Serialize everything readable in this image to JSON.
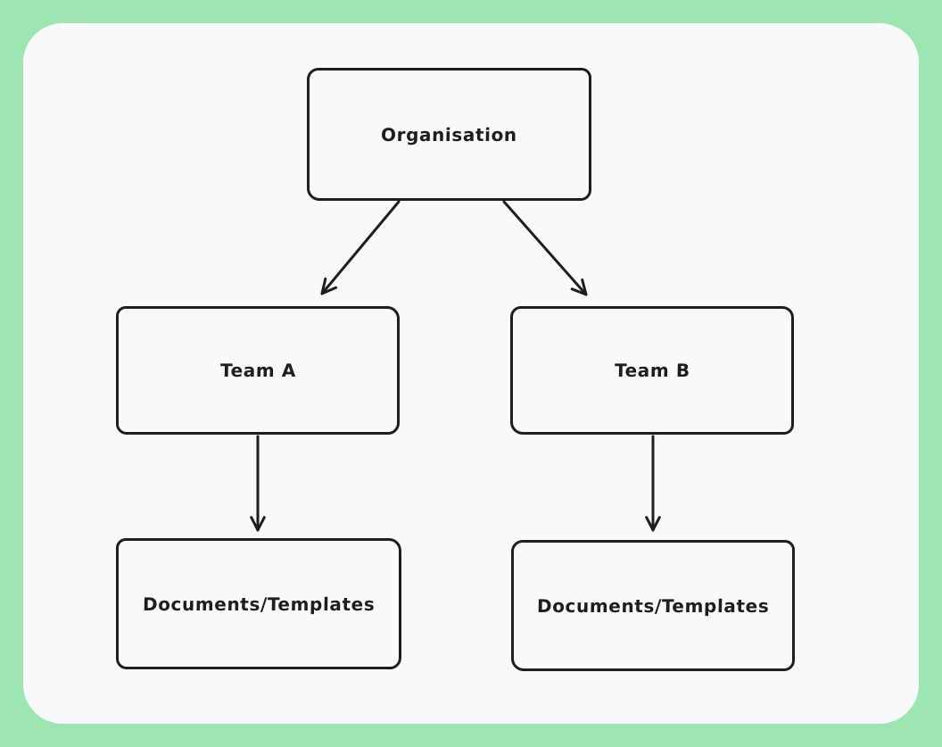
{
  "page": {
    "kind": "whiteboard-flowchart",
    "colors": {
      "frame": "#9ee5b4",
      "canvas": "#f8f9fb",
      "stroke": "#1e1e1e"
    }
  },
  "diagram": {
    "nodes": [
      {
        "id": "organisation",
        "label": "Organisation"
      },
      {
        "id": "team-a",
        "label": "Team A"
      },
      {
        "id": "team-b",
        "label": "Team B"
      },
      {
        "id": "documents-a",
        "label": "Documents/Templates"
      },
      {
        "id": "documents-b",
        "label": "Documents/Templates"
      }
    ],
    "edges": [
      {
        "from": "organisation",
        "to": "team-a"
      },
      {
        "from": "organisation",
        "to": "team-b"
      },
      {
        "from": "team-a",
        "to": "documents-a"
      },
      {
        "from": "team-b",
        "to": "documents-b"
      }
    ]
  }
}
